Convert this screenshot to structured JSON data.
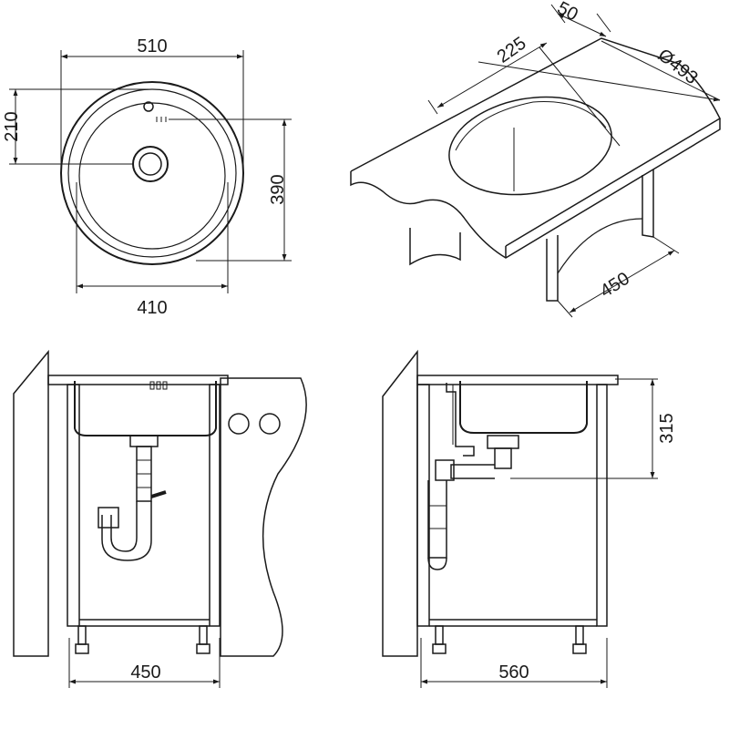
{
  "drawing": {
    "top_view": {
      "outer_width": "510",
      "drain_offset": "210",
      "depth": "390",
      "bowl_width": "410"
    },
    "iso_view": {
      "countertop_edge": "50",
      "cutout_offset": "225",
      "cutout_diameter": "Ø493",
      "cabinet_depth": "450"
    },
    "front_view": {
      "cabinet_width": "450"
    },
    "side_view": {
      "sink_depth": "315",
      "cabinet_depth": "560"
    }
  }
}
